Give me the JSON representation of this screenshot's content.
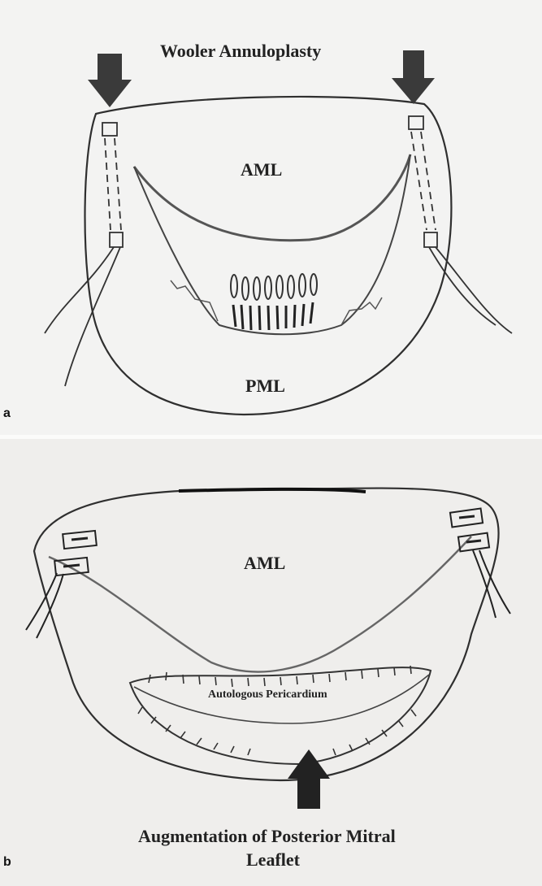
{
  "panel_a": {
    "letter": "a",
    "title": "Wooler Annuloplasty",
    "aml_label": "AML",
    "pml_label": "PML"
  },
  "panel_b": {
    "letter": "b",
    "aml_label": "AML",
    "patch_label": "Autologous Pericardium",
    "caption_line1": "Augmentation of Posterior Mitral",
    "caption_line2": "Leaflet"
  },
  "colors": {
    "ink": "#2a2a2a",
    "arrow": "#3a3a3a",
    "background": "#f3f3f2"
  }
}
